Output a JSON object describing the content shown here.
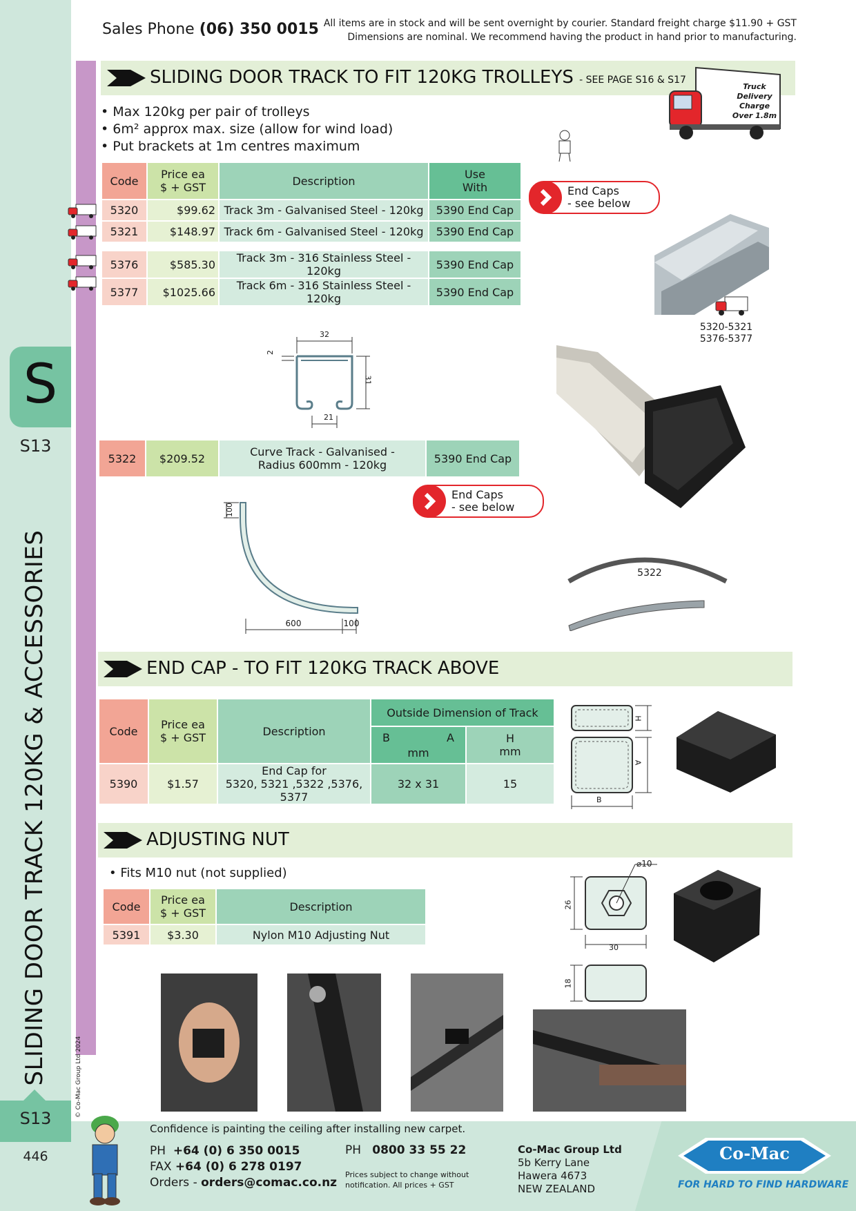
{
  "header": {
    "sales_label": "Sales Phone",
    "sales_phone": "(06) 350 0015",
    "notice_line1": "All items are in stock and will be sent overnight by courier. Standard freight charge $11.90 + GST",
    "notice_line2": "Dimensions are nominal. We recommend having the product in hand prior to manufacturing."
  },
  "sidebar": {
    "letter": "S",
    "page_code": "S13",
    "title": "SLIDING DOOR TRACK 120KG & ACCESSORIES",
    "copyright": "© Co-Mac Group Ltd 2024",
    "page_code_bottom": "S13",
    "page_number": "446"
  },
  "section1": {
    "title": "SLIDING DOOR TRACK TO FIT 120KG TROLLEYS",
    "subtitle": "- SEE PAGE S16 & S17",
    "bullets": [
      "• Max 120kg per pair of trolleys",
      "• 6m² approx max. size (allow for wind load)",
      "• Put brackets at 1m centres maximum"
    ],
    "truck_badge": [
      "Truck Delivery",
      "Charge",
      "Over 1.8m"
    ],
    "table_headers": {
      "code": "Code",
      "price_l1": "Price ea",
      "price_l2": "$ + GST",
      "desc": "Description",
      "use_l1": "Use",
      "use_l2": "With"
    },
    "rows_a": [
      {
        "code": "5320",
        "price": "$99.62",
        "desc": "Track 3m - Galvanised Steel - 120kg",
        "use": "5390 End Cap"
      },
      {
        "code": "5321",
        "price": "$148.97",
        "desc": "Track 6m - Galvanised Steel - 120kg",
        "use": "5390 End Cap"
      }
    ],
    "rows_b": [
      {
        "code": "5376",
        "price": "$585.30",
        "desc": "Track 3m - 316 Stainless Steel - 120kg",
        "use": "5390 End Cap"
      },
      {
        "code": "5377",
        "price": "$1025.66",
        "desc": "Track 6m - 316 Stainless Steel - 120kg",
        "use": "5390 End Cap"
      }
    ],
    "end_caps_l1": "End Caps",
    "end_caps_l2": " - see below",
    "photo_caption_l1": "5320-5321",
    "photo_caption_l2": "5376-5377",
    "dims": {
      "top": "32",
      "side": "31",
      "lip": "2",
      "opening": "21"
    },
    "curve_row": {
      "code": "5322",
      "price": "$209.52",
      "desc_l1": "Curve Track - Galvanised -",
      "desc_l2": "Radius 600mm - 120kg",
      "use": "5390 End Cap"
    },
    "curve_dims": {
      "top": "100",
      "radius": "600",
      "end": "100"
    },
    "curve_photo_label": "5322"
  },
  "section2": {
    "title": "END CAP - TO FIT 120KG TRACK ABOVE",
    "headers": {
      "code": "Code",
      "price_l1": "Price ea",
      "price_l2": "$ + GST",
      "desc": "Description",
      "outside": "Outside Dimension of Track",
      "b": "B",
      "a": "A",
      "mm": "mm",
      "h": "H",
      "h_mm": "mm"
    },
    "row": {
      "code": "5390",
      "price": "$1.57",
      "desc_l1": "End Cap for",
      "desc_l2": "5320, 5321 ,5322 ,5376, 5377",
      "ba": "32 x 31",
      "h": "15"
    },
    "diagram_labels": {
      "h": "H",
      "a": "A",
      "b": "B"
    }
  },
  "section3": {
    "title": "ADJUSTING NUT",
    "bullet": "• Fits M10 nut (not supplied)",
    "headers": {
      "code": "Code",
      "price_l1": "Price ea",
      "price_l2": "$ + GST",
      "desc": "Description"
    },
    "row": {
      "code": "5391",
      "price": "$3.30",
      "desc": "Nylon M10 Adjusting Nut"
    },
    "dims": {
      "hole": "⌀10",
      "height": "26",
      "width": "30",
      "depth": "18"
    }
  },
  "footer": {
    "tagline": "Confidence is painting the ceiling after installing new carpet.",
    "ph_label": "PH",
    "ph": "+64 (0) 6 350 0015",
    "fax_label": "FAX",
    "fax": "+64 (0) 6 278 0197",
    "orders_label": "Orders -",
    "orders": "orders@comac.co.nz",
    "ph2_label": "PH",
    "ph2": "0800 33 55 22",
    "note_l1": "Prices subject to change without",
    "note_l2": "notification. All prices + GST",
    "company": "Co-Mac Group Ltd",
    "addr1": "5b Kerry Lane",
    "addr2": "Hawera 4673",
    "addr3": "NEW ZEALAND",
    "logo_text": "Co-Mac",
    "logo_tagline": "FOR HARD TO FIND HARDWARE"
  },
  "colors": {
    "sidebar": "#cfe7dc",
    "tab": "#76c3a2",
    "purple": "#c797c8",
    "section": "#e3efd7",
    "code": "#f2a595",
    "price": "#cce3a8",
    "desc": "#9dd3b8",
    "use": "#66bf95",
    "accent_red": "#e3262b",
    "logo_blue": "#1f7fc2"
  }
}
